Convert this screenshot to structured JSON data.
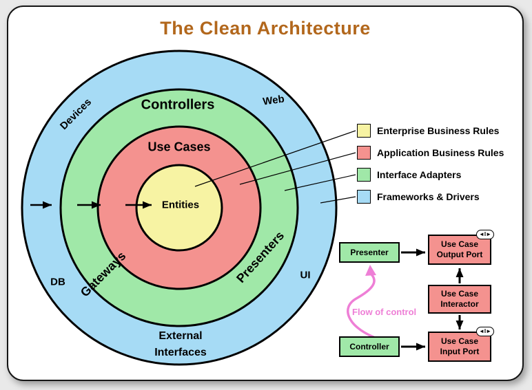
{
  "title": "The Clean Architecture",
  "colors": {
    "enterprise_yellow": "#F7F3A3",
    "application_red": "#F4928F",
    "adapters_green": "#A0E8A8",
    "frameworks_blue": "#A6DBF5",
    "title_brown": "#B2671C",
    "flow_pink": "#EE7FD6"
  },
  "rings": {
    "entities": "Entities",
    "use_cases": "Use Cases",
    "controllers": "Controllers",
    "gateways": "Gateways",
    "presenters": "Presenters",
    "devices": "Devices",
    "web": "Web",
    "db": "DB",
    "ui": "UI",
    "external_interfaces_line1": "External",
    "external_interfaces_line2": "Interfaces"
  },
  "legend": [
    {
      "label": "Enterprise Business Rules",
      "color": "#F7F3A3"
    },
    {
      "label": "Application Business Rules",
      "color": "#F4928F"
    },
    {
      "label": "Interface Adapters",
      "color": "#A0E8A8"
    },
    {
      "label": "Frameworks & Drivers",
      "color": "#A6DBF5"
    }
  ],
  "flow": {
    "presenter": "Presenter",
    "controller": "Controller",
    "output_port": {
      "line1": "Use Case",
      "line2": "Output Port"
    },
    "interactor": {
      "line1": "Use Case",
      "line2": "Interactor"
    },
    "input_port": {
      "line1": "Use Case",
      "line2": "Input Port"
    },
    "flow_label": "Flow of control",
    "interface_badge": "◄I►"
  }
}
